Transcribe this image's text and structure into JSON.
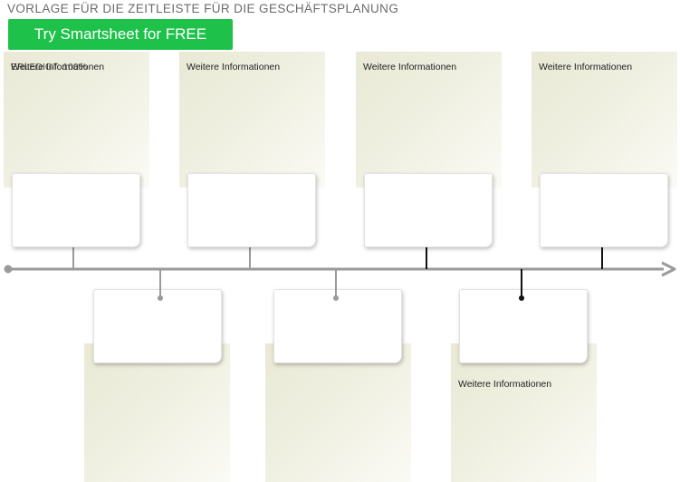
{
  "header": {
    "title": "VORLAGE FÜR DIE ZEITLEISTE FÜR DIE GESCHÄFTSPLANUNG",
    "cta_label": "Try Smartsheet for FREE"
  },
  "top_notes": [
    {
      "label": "Weitere Informationen",
      "overlap_label": "ERLEDIGT: 100%"
    },
    {
      "label": "Weitere Informationen"
    },
    {
      "label": "Weitere Informationen"
    },
    {
      "label": "Weitere Informationen"
    }
  ],
  "bottom_notes": [
    {
      "label": ""
    },
    {
      "label": ""
    },
    {
      "label": "Weitere Informationen"
    }
  ],
  "colors": {
    "accent_green": "#1ec14a",
    "axis_gray": "#9a9a9a",
    "marker_black": "#111111"
  }
}
